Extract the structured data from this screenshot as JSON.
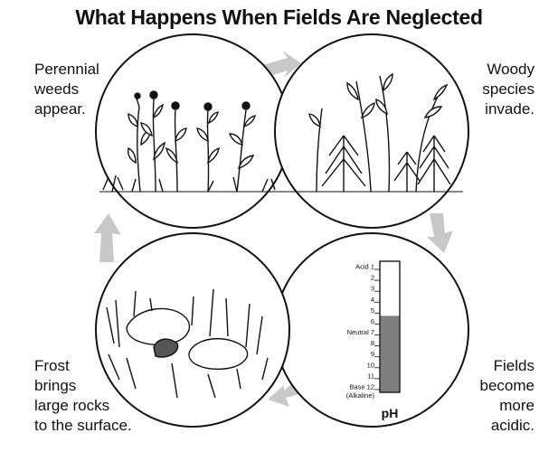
{
  "title": "What Happens When Fields Are Neglected",
  "stages": [
    {
      "caption": "Perennial\nweeds\nappear."
    },
    {
      "caption": "Woody\nspecies\ninvade."
    },
    {
      "caption": "Fields\nbecome\nmore\nacidic."
    },
    {
      "caption": "Frost\nbrings\nlarge rocks\nto the surface."
    }
  ],
  "ph_scale": {
    "title": "pH",
    "labels": [
      "Acid 1",
      "2",
      "3",
      "4",
      "5",
      "6",
      "Neutral 7",
      "8",
      "9",
      "10",
      "11",
      "Base 12"
    ],
    "alkaline_label": "(Alkaline)",
    "fill_from_level": 5
  },
  "colors": {
    "arrow": "#c8c8c8",
    "ph_fill": "#7f7f7f",
    "ink": "#111111"
  }
}
